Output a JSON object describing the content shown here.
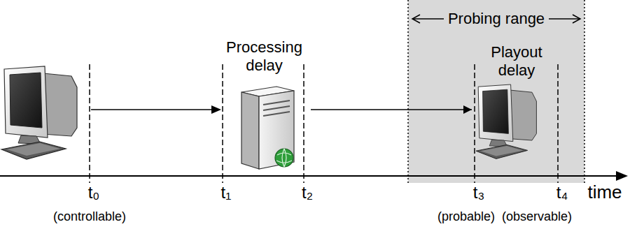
{
  "diagram": {
    "nodes": [
      {
        "text": [
          "Processing delay"
        ]
      },
      {
        "text": [
          "Probing range"
        ]
      },
      {
        "text": [
          "Playout delay"
        ],
        "in": 1
      }
    ],
    "edges": [
      {
        "from": 0,
        "to": 2,
        "arrow": "to"
      }
    ],
    "labels": [
      "t₀",
      "(controllable)",
      "t₁",
      "t₂",
      "t₃",
      "(probable)",
      "t₄",
      "(observable)",
      "time"
    ]
  }
}
